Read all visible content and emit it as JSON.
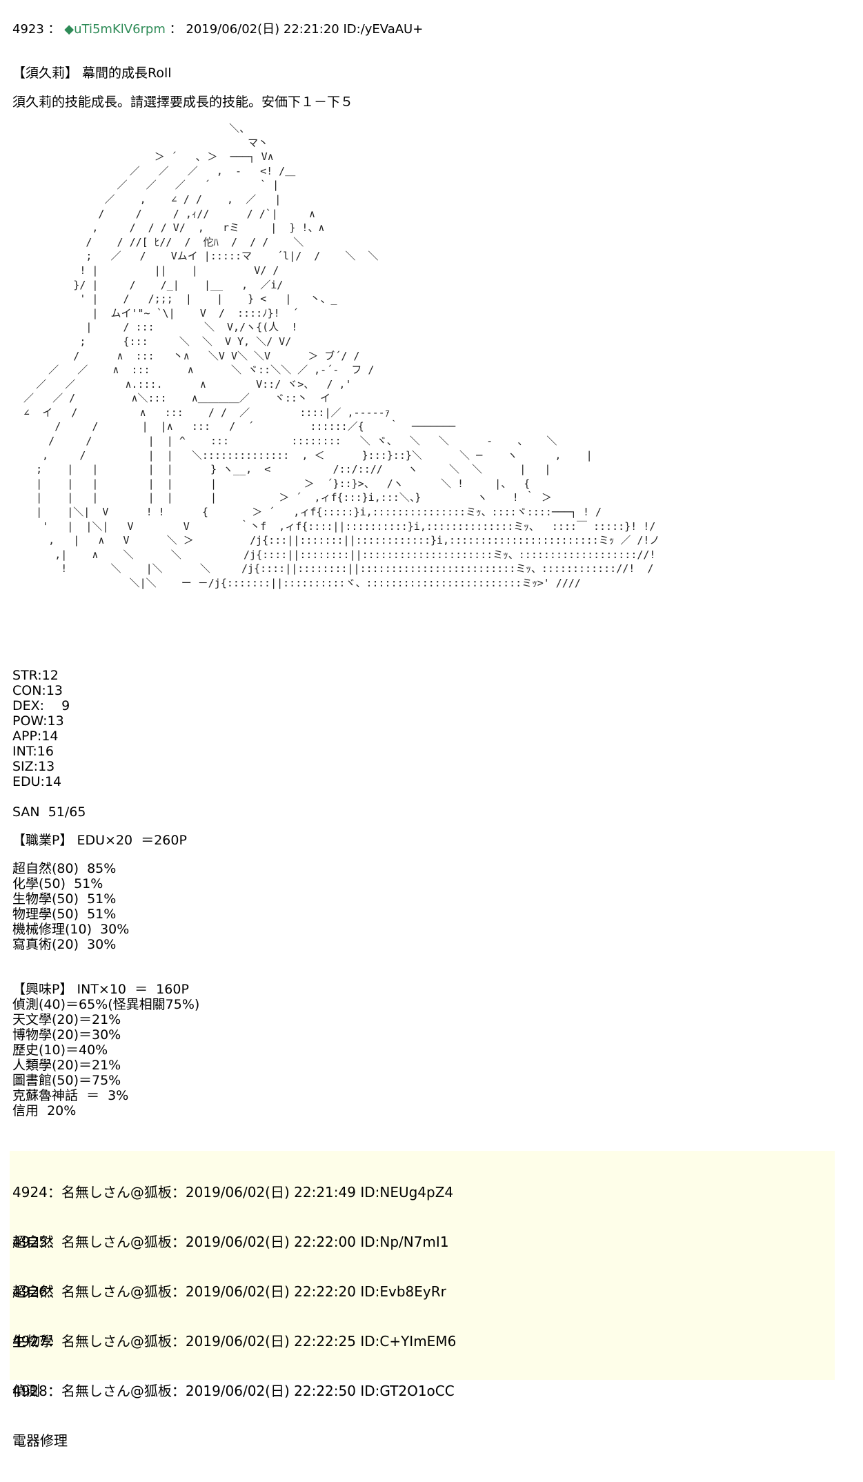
{
  "post": {
    "number": "4923",
    "separator": "：",
    "trip_marker": "◆",
    "name": "uTi5mKlV6rpm",
    "date": "2019/06/02(日) 22:21:20",
    "id": "ID:/yEVaAU+",
    "title": "【須久莉】 幕間的成長Roll",
    "instruction": "須久莉的技能成長。請選擇要成長的技能。安価下１－下５",
    "ascii_art": [
      "                                   ＼、",
      "                                      マ丶",
      "                       ＞ ´   ､ ＞  ───┐ V∧",
      "                   ／   ／   ／   ,  -   <! /＿",
      "                 ／   ／   ／   ´        ` |",
      "               ／    ,    ∠ / /    ,  ／   |",
      "              /     /     / ,ｨ//      / /`|     ∧",
      "             ,     /  / / V/  ,   rミ     |  } !、∧",
      "            /    / //[ ﾋ//  /  佗ﾊ  /  / /    ＼",
      "            ;   ／   /    Vムイ |:::::マ    ´l|/  /    ＼  ＼",
      "           ! |         ||    |         V/ /",
      "          }/ |     /    /_|    |__   ,  ／i/",
      "           ' |    /   /;;;  |    |    } <   |   丶、_",
      "             |  ムイ'\"~ `\\|    V  /  ::::ﾉ}!  ´",
      "            |     / :::        ＼  V,/ヽ{(人  !",
      "           ;      {:::     ＼  ＼  V Y, ＼/ V/",
      "          /      ∧  :::   丶∧   ＼V V＼ ＼V      ＞ ブ´/ /",
      "      ／   ／    ∧  :::      ∧      ＼ ヾ::＼＼ ／ ,-´-  フ /",
      "    ／   ／        ∧.:::.      ∧        V::/ ヾ>、  / ,'",
      "  ／   ／ /         ∧＼:::    ∧＿＿＿＿／    ヾ::丶  イ",
      "  ∠  イ   /          ∧   :::    / /  ／        ::::|／ ,-----ｧ",
      "       /     /       |  |∧   :::   /  ´         ::::::／{    ｀  ───────",
      "      /     /         |  | ^    :::          ::::::::   ＼ ヾ、  ＼   ＼      -    、   ＼",
      "     ,     /          |  |   ＼::::::::::::::  , ＜      }:::}::}＼      ＼ ─    ヽ      ,    |",
      "    ;    |   |        |  |      } ヽ__,  <          /::/:://    ヽ     ＼  ＼      |   |",
      "    |    |   |        |  |      |              ＞  ´}::}>、  /ヽ      ＼ !     |、  {",
      "    |    |   |        |  |      |          ＞ ´  ,ィf{:::}i,:::＼、}         ヽ    ! ｀ ＞",
      "    |    |＼|  V      ! !      {       ＞ ´   ,ィf{:::::}i,:::::::::::::::ミｯ、::::ヾ::::───┐ ! /",
      "     '   |  |＼|   V        V        ｀丶f  ,ィf{::::||::::::::::}i,::::::::::::::ミｯ、  ::::￣ :::::}! !/",
      "      ,   |   ∧   V      ＼ ＞         /j{:::||:::::::||::::::::::::}i,::::::::::::::::::::::::ミｯ ／ /!ノ",
      "       ,|    ∧    ＼      ＼          /j{::::||::::::::||:::::::::::::::::::::ミｯ、::::::::::::::::::://!",
      "        !       ＼    |＼      ＼     /j{::::||::::::::||:::::::::::::::::::::::::ミｯ、:::::::::::://!  /",
      "                   ＼|＼    ー －/j{:::::::||::::::::::ヾ、:::::::::::::::::::::::::ミｯ>' ////"
    ],
    "stats": [
      "STR:12",
      "CON:13",
      "DEX:　 9",
      "POW:13",
      "APP:14",
      "INT:16",
      "SIZ:13",
      "EDU:14"
    ],
    "san": "SAN  51/65",
    "occupation_header": "【職業P】 EDU×20  ＝260P",
    "occupation_skills": [
      "超自然(80)  85%",
      "化學(50)  51%",
      "生物學(50)  51%",
      "物理學(50)  51%",
      "機械修理(10)  30%",
      "寫真術(20)  30%"
    ],
    "interest_header": "【興味P】 INT×10  ＝  160P",
    "interest_skills": [
      "偵測(40)＝65%(怪異相關75%)",
      "天文學(20)＝21%",
      "博物學(20)＝30%",
      "歷史(10)＝40%",
      "人類學(20)＝21%",
      "圖書館(50)＝75%",
      "克蘇魯神話  ＝  3%",
      "信用  20%"
    ]
  },
  "replies": [
    {
      "header": "4924：名無しさん@狐板：2019/06/02(日) 22:21:49 ID:NEUg4pZ4",
      "body": "超自然"
    },
    {
      "header": "4925：名無しさん@狐板：2019/06/02(日) 22:22:00 ID:Np/N7mI1",
      "body": "超自然"
    },
    {
      "header": "4926：名無しさん@狐板：2019/06/02(日) 22:22:20 ID:Evb8EyRr",
      "body": "生物學"
    },
    {
      "header": "4927：名無しさん@狐板：2019/06/02(日) 22:22:25 ID:C+YImEM6",
      "body": "偵測"
    },
    {
      "header": "4928：名無しさん@狐板：2019/06/02(日) 22:22:50 ID:GT2O1oCC",
      "body": "電器修理"
    }
  ]
}
